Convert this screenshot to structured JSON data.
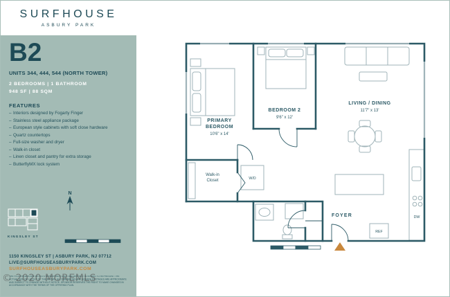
{
  "brand": {
    "name": "SURFHOUSE",
    "sub": "ASBURY PARK"
  },
  "unit": {
    "code": "B2",
    "units_line": "UNITS 344, 444, 544 (NORTH TOWER)",
    "spec1": "2 BEDROOMS | 1 BATHROOM",
    "spec2": "948 SF | 88 SQM"
  },
  "features": {
    "title": "FEATURES",
    "items": [
      "Interiors designed by Fogarty Finger",
      "Stainless steel appliance package",
      "European style cabinets with soft close hardware",
      "Quartz countertops",
      "Full-size washer and dryer",
      "Walk-in closet",
      "Linen closet and pantry for extra storage",
      "ButterflyMX lock system"
    ]
  },
  "sidebar": {
    "compass_label": "N",
    "street": "KINGSLEY ST"
  },
  "footer": {
    "address": "1150 KINGSLEY ST | ASBURY PARK, NJ 07712",
    "email": "LIVE@SURFHOUSEASBURYPARK.COM",
    "website": "SURFHOUSEASBURYPARK.COM",
    "disclaimer": "THE FLOORPLANS ARE ARTISTS RENDERINGS ONLY, AND ARE NOT INTENDED TO REPRESENT THE ACTUAL SIZE OR LAYOUT OF THE ROOMS. ALL DIMENSIONS AND SQUARE FOOTAGES ARE APPROXIMATE AND SUBJECT TO CHANGE WITHOUT NOTICE. SPONSOR RESERVES THE RIGHT TO MAKE CHANGES IN ACCORDANCE WITH THE TERMS OF THE OFFERING PLAN."
  },
  "watermark": "© 2020 MOREMLS",
  "floorplan": {
    "rooms": {
      "primary": {
        "name_line1": "PRIMARY",
        "name_line2": "BEDROOM",
        "dims": "10'6\" x 14'"
      },
      "bedroom2": {
        "name": "BEDROOM 2",
        "dims": "9'6\" x 12'"
      },
      "living": {
        "name": "LIVING / DINING",
        "dims": "11'7\" x 13'"
      },
      "walkin": {
        "line1": "Walk-in",
        "line2": "Closet"
      },
      "foyer": "FOYER",
      "wd": "W/D",
      "ref": "REF",
      "dw": "DW"
    },
    "colors": {
      "wall": "#2c5a66",
      "accent": "#c9883d",
      "sidebar": "#a3bbb5",
      "navy": "#1d4a56"
    }
  }
}
